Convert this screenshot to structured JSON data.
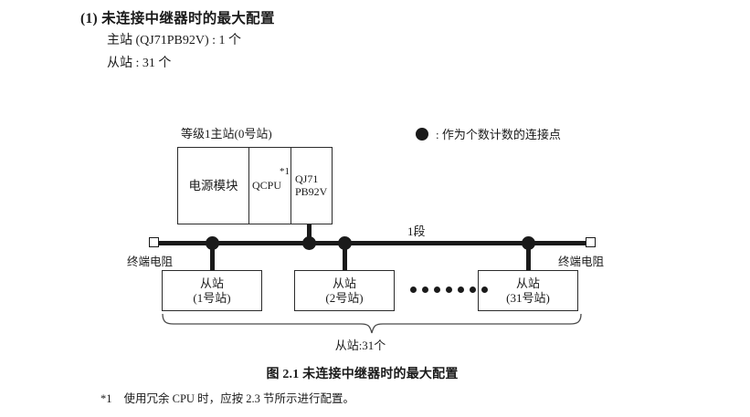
{
  "heading": {
    "title": "(1) 未连接中继器时的最大配置",
    "line_1": "主站 (QJ71PB92V) : 1 个",
    "line_2": "从站 : 31 个"
  },
  "diagram": {
    "master_label": "等级1主站(0号站)",
    "rack": {
      "power_module": "电源模块",
      "cpu": "QCPU",
      "cpu_footnote_mark": "*1",
      "master_module_line_1": "QJ71",
      "master_module_line_2": "PB92V"
    },
    "segment_label": "1段",
    "terminator_left_label": "终端电阻",
    "terminator_right_label": "终端电阻",
    "slaves": [
      {
        "name": "从站",
        "station": "(1号站)"
      },
      {
        "name": "从站",
        "station": "(2号站)"
      },
      {
        "name": "从站",
        "station": "(31号站)"
      }
    ],
    "ellipsis_dot_count": 7,
    "slave_count_label": "从站:31个",
    "legend": {
      "symbol": "filled-circle",
      "text": ": 作为个数计数的连接点"
    }
  },
  "figure_caption": "图 2.1  未连接中继器时的最大配置",
  "footnote": {
    "mark": "*1",
    "text": "使用冗余 CPU 时，应按 2.3 节所示进行配置。"
  },
  "colors": {
    "ink": "#1a1a1a",
    "box_border": "#2b2b2b",
    "background": "#ffffff"
  }
}
